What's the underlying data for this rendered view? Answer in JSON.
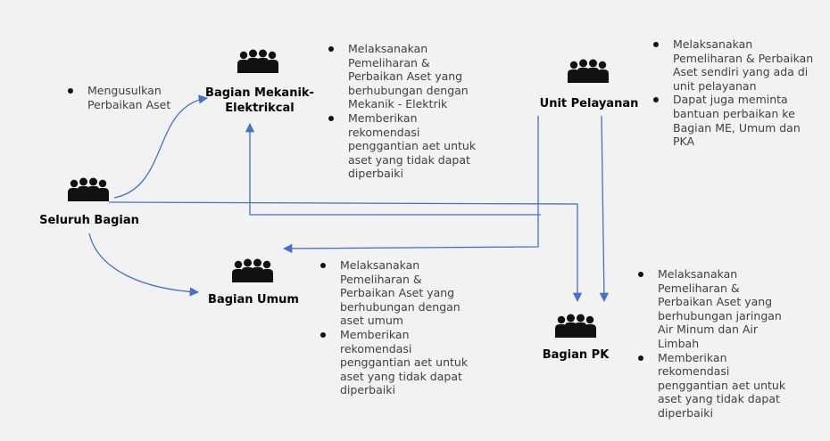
{
  "colors": {
    "background": "#f2f2f2",
    "arrow": "#4472c4",
    "icon": "#111111",
    "text": "#404040"
  },
  "nodes": {
    "seluruh": {
      "label": "Seluruh Bagian",
      "icon": "group-people-icon"
    },
    "me": {
      "label_line1": "Bagian Mekanik-",
      "label_line2": "Elektrikcal",
      "icon": "group-people-icon"
    },
    "unit": {
      "label": "Unit Pelayanan",
      "icon": "group-people-icon"
    },
    "umum": {
      "label": "Bagian Umum",
      "icon": "group-people-icon"
    },
    "pk": {
      "label": "Bagian PK",
      "icon": "group-people-icon"
    }
  },
  "notes": {
    "seluruh": [
      "Mengusulkan Perbaikan Aset"
    ],
    "me": [
      "Melaksanakan Pemeliharan & Perbaikan Aset yang berhubungan dengan Mekanik - Elektrik",
      "Memberikan rekomendasi penggantian aet untuk aset yang tidak dapat diperbaiki"
    ],
    "unit": [
      "Melaksanakan Pemeliharan & Perbaikan Aset sendiri yang ada di unit pelayanan",
      "Dapat juga meminta bantuan perbaikan ke Bagian ME, Umum dan PKA"
    ],
    "umum": [
      "Melaksanakan Pemeliharan & Perbaikan Aset yang berhubungan dengan aset umum",
      "Memberikan rekomendasi penggantian aet untuk aset yang tidak dapat diperbaiki"
    ],
    "pk": [
      "Melaksanakan Pemeliharan & Perbaikan Aset yang berhubungan jaringan Air Minum dan Air Limbah",
      "Memberikan rekomendasi penggantian aet untuk aset yang tidak dapat diperbaiki"
    ]
  }
}
